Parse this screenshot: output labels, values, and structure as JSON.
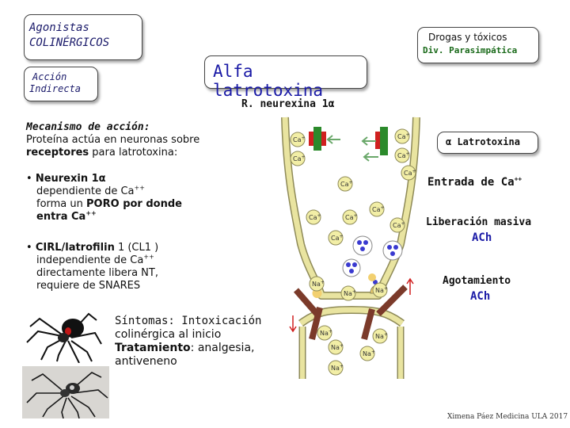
{
  "title_box": {
    "line1": "Agonistas",
    "line2": "COLINÉRGICOS"
  },
  "indirect_box": {
    "line1": "Acción",
    "line2": "Indirecta"
  },
  "main_title": "Alfa latrotoxina",
  "drugs_box": {
    "line1": "Drogas y tóxicos",
    "line2": "Div. Parasimpática"
  },
  "receptor_label": "R. neurexina 1α",
  "mechanism": {
    "heading": "Mecanismo de acción:",
    "line1": "Proteína actúa en neuronas sobre",
    "line2_bold": "receptores",
    "line2_rest": " para latrotoxina:"
  },
  "bullet1": {
    "b1": "Neurexin 1α",
    "l2": "dependiente de Ca",
    "l2_sup": "++",
    "l3a": "forma un ",
    "l3b": "PORO por donde",
    "l4": "entra Ca",
    "l4_sup": "++"
  },
  "bullet2": {
    "b1": "CIRL/latrofilin",
    "b1_rest": " 1 (CL1 )",
    "l2": "independiente de Ca",
    "l2_sup": "++",
    "l3": "directamente libera NT,",
    "l4": "requiere de SNARES"
  },
  "symptoms": {
    "l1": "Síntomas: Intoxicación",
    "l2": "colinérgica al inicio",
    "l3_bold": "Tratamiento",
    "l3_rest": ": analgesia,",
    "l4": "antiveneno"
  },
  "right_labels": {
    "latrotoxina": "α Latrotoxina",
    "calcium_entry": "Entrada de Ca",
    "calcium_sup": "++",
    "release_l1": "Liberación masiva",
    "release_l2": "ACh",
    "depletion_l1": "Agotamiento",
    "depletion_l2": "ACh"
  },
  "ions": {
    "ca": "Ca",
    "na": "Na",
    "plus": "+"
  },
  "credit": "Ximena Páez Medicina ULA 2017",
  "colors": {
    "membrane": "#e9e4a0",
    "membrane_edge": "#8e8a58",
    "vesicle_blue": "#3a3ad0",
    "receptor": "#7b3a2a",
    "green_channel": "#2b8a2b",
    "red_toxin": "#d02020",
    "arrow": "#6aa86a",
    "title_blue": "#1a1aa6"
  }
}
